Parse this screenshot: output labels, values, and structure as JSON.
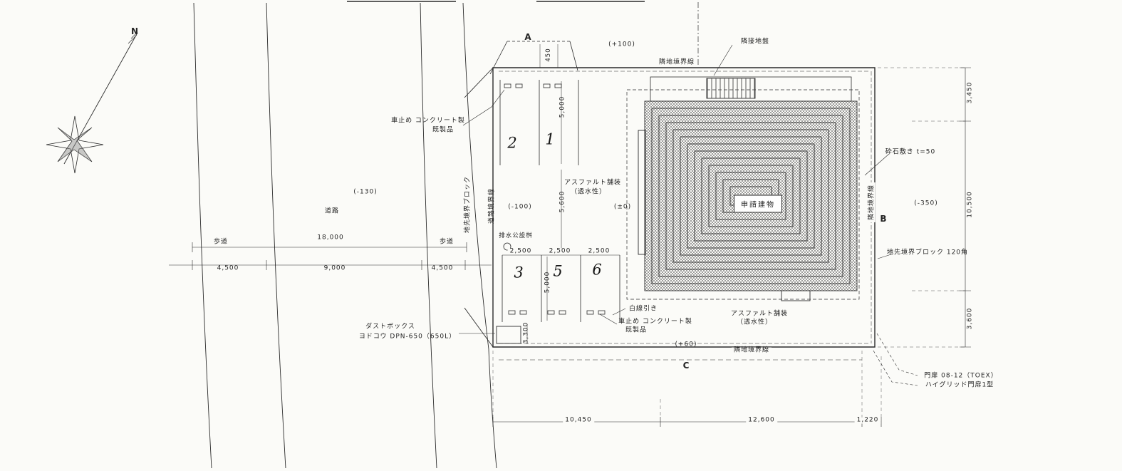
{
  "compass": {
    "north": "N"
  },
  "road": {
    "name": "道路",
    "sidewalk_left": "歩道",
    "sidewalk_right": "歩道",
    "level": "(-130)",
    "dim_total": "18,000",
    "dim_left": "4,500",
    "dim_center": "9,000",
    "dim_right": "4,500"
  },
  "boundaries": {
    "top": "隣地境界線",
    "bottom": "隣地境界線",
    "right": "隣地境界線",
    "road_boundary": "道路境界線",
    "frontage_block": "地先境界ブロック"
  },
  "levels": {
    "top": "(+100)",
    "bottom": "(+60)",
    "parking": "(-100)",
    "court": "(±0)",
    "east": "(-350)"
  },
  "section_markers": {
    "a": "A",
    "b": "B",
    "c": "C"
  },
  "building": {
    "label": "申請建物"
  },
  "parking": {
    "no_1": "1",
    "no_2": "2",
    "no_3": "3",
    "no_5": "5",
    "no_6": "6",
    "width_a": "2,500",
    "width_b": "2,500",
    "width_c": "2,500",
    "depth_top": "5,000",
    "aisle": "5,600",
    "depth_bottom": "5,000",
    "offset_gate": "450",
    "offset_south": "3,300"
  },
  "annotations": {
    "adjacent_ground": "隣接地盤",
    "wheel_stop_line1": "車止め コンクリート製",
    "wheel_stop_line2": "既製品",
    "wheel_stop2_line1": "車止め コンクリート製",
    "wheel_stop2_line2": "既製品",
    "asphalt_line1": "アスファルト舗装",
    "asphalt_line2": "（透水性）",
    "asphalt2_line1": "アスファルト舗装",
    "asphalt2_line2": "（透水性）",
    "white_line": "白線引き",
    "basin": "排水公設桝",
    "dustbox_line1": "ダストボックス",
    "dustbox_line2": "ヨドコウ DPN-650（650L）",
    "crushed_stone": "砕石敷き t=50",
    "boundary_block_120": "地先境界ブロック 120角",
    "gate_line1": "門扉 08-12（TOEX）",
    "gate_line2": "ハイグリッド門扉1型"
  },
  "dimensions": {
    "east_top": "3,450",
    "east_mid": "10,500",
    "east_bottom": "3,600",
    "south_left": "10,450",
    "south_mid": "12,600",
    "south_right": "1,220"
  },
  "colors": {
    "ink": "#2b2b2b",
    "paper": "#fbfbf8"
  }
}
